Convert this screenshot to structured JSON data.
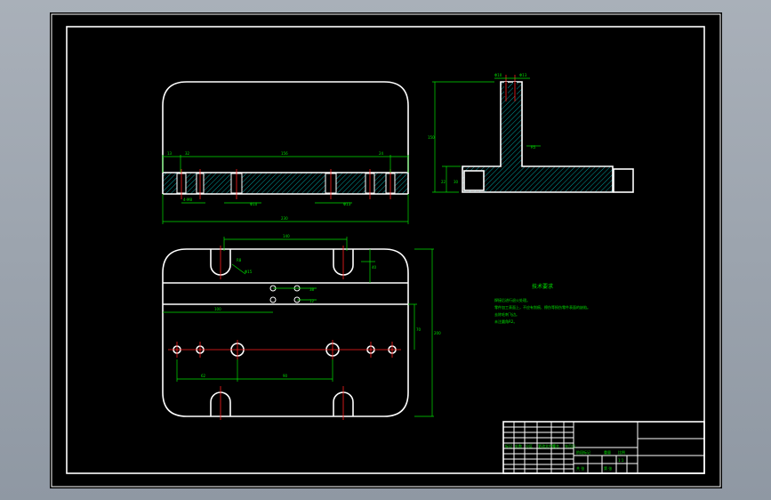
{
  "drawing": {
    "tech_title": "技术要求",
    "notes": [
      "焊接后进行退火处理。",
      "零件加工表面上，不应有划痕、擦伤等损伤零件表面的缺陷。",
      "去除毛刺飞边。",
      "未注圆角R2。"
    ],
    "dims": {
      "top_width": "230",
      "top_inner": "156",
      "top_left": "13",
      "top_left2": "32",
      "top_right": "24",
      "top_hole": "4-M8",
      "top_hole_b": "Φ10",
      "top_hole_c": "Φ13",
      "plan_top": "140",
      "plan_r": "R8",
      "plan_slot": "Φ15",
      "plan_h1": "70",
      "plan_h2": "40",
      "plan_height": "200",
      "plan_left": "100",
      "plan_mid": "38",
      "plan_mid2": "12",
      "plan_bottom_left": "62",
      "plan_bottom_mid": "90",
      "side_height": "150",
      "side_base": "22",
      "side_base2": "30",
      "side_t1": "Φ10",
      "side_t2": "Φ13",
      "side_note": "R5"
    },
    "title_block": {
      "labels": [
        "标记",
        "处数",
        "分区",
        "更改文件号",
        "签名",
        "年月日"
      ],
      "stage": "阶段标记",
      "weight": "重量",
      "scale": "比例",
      "ratio": "1:1",
      "sheet": "共 张",
      "sheet2": "第 张"
    }
  }
}
